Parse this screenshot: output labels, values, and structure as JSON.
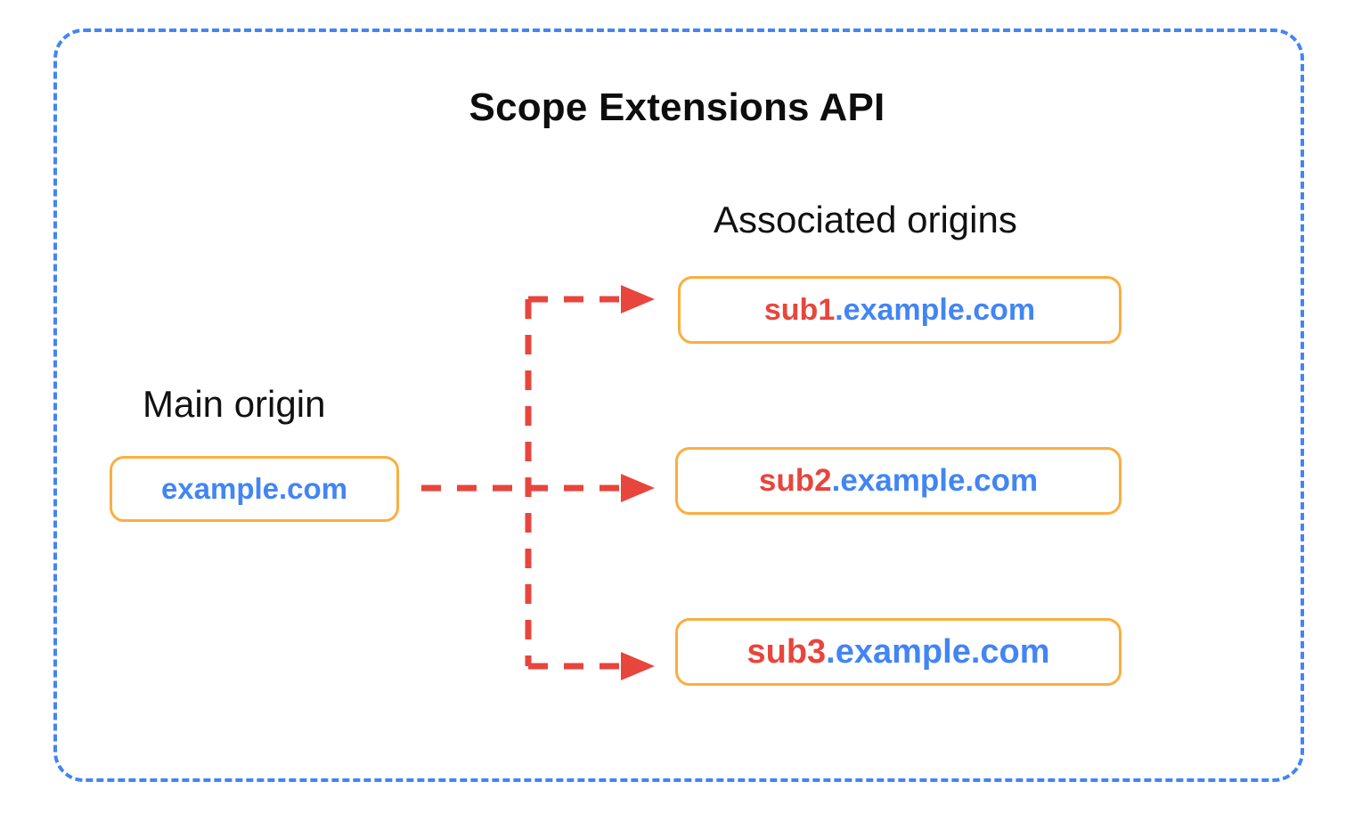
{
  "diagram": {
    "title": "Scope Extensions API",
    "frame_color": "#4285F4",
    "box_border_color": "#FBAE40",
    "arrow_color": "#E8453C",
    "subdomain_text_color": "#E8453C",
    "domain_text_color": "#4285F4",
    "title_color": "#0d0d0d"
  },
  "main_origin": {
    "label": "Main origin",
    "box": {
      "sub": "",
      "domain": "example.com"
    }
  },
  "associated_origins": {
    "label": "Associated origins",
    "boxes": [
      {
        "sub": "sub1",
        "domain": ".example.com"
      },
      {
        "sub": "sub2",
        "domain": ".example.com"
      },
      {
        "sub": "sub3",
        "domain": ".example.com"
      }
    ]
  }
}
